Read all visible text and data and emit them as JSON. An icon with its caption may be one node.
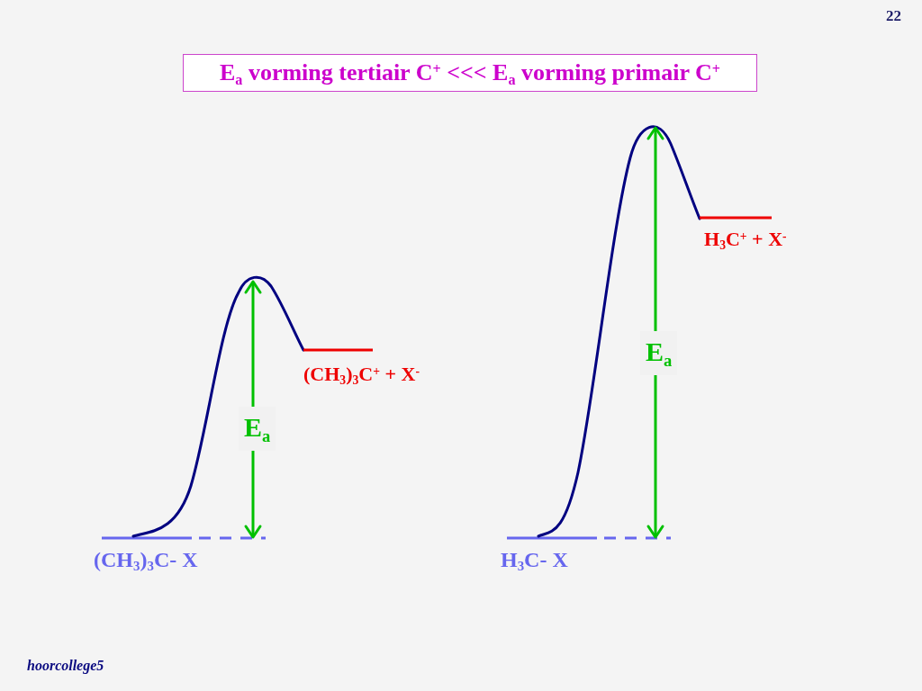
{
  "diagram": {
    "title": "E$_{a}$ vorming tertiair C$^{+}$ <<< E$_{a}$ vorming primair C$^{+}$",
    "labels": [
      "22",
      "H$_{3}$C$^{+}$ + X$^{-}$",
      "E$_{a}$",
      "(CH$_{3}$)$_{3}$C$^{+}$ + X$^{-}$",
      "E$_{a}$",
      "(CH$_{3}$)$_{3}$C- X",
      "H$_{3}$C- X",
      "hoorcollege5"
    ]
  }
}
